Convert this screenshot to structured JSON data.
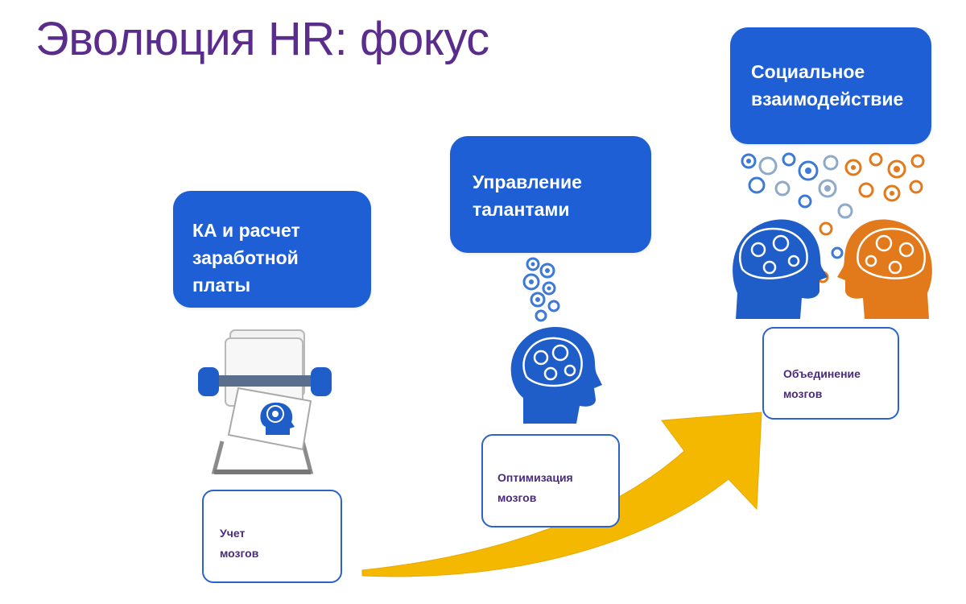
{
  "title": "Эволюция HR: фокус",
  "stages": [
    {
      "label": "КА и расчет\nзаработной\nплаты",
      "caption": "Учет\nмозгов"
    },
    {
      "label": "Управление\nталантами",
      "caption": "Оптимизация\nмозгов"
    },
    {
      "label": "Социальное\nвзаимодействие",
      "caption": "Объединение\nмозгов"
    }
  ],
  "colors": {
    "title": "#5a2d8c",
    "stage_box": "#1e5fd6",
    "caption_border": "#2a63c9",
    "caption_text": "#4a2a7a",
    "arrow": "#f5b800",
    "head_blue": "#1f5ec8",
    "head_orange": "#e27a1c"
  },
  "icons": [
    "growth-arrow-icon",
    "rolodex-icon",
    "head-gears-icon",
    "two-heads-gears-icon"
  ]
}
